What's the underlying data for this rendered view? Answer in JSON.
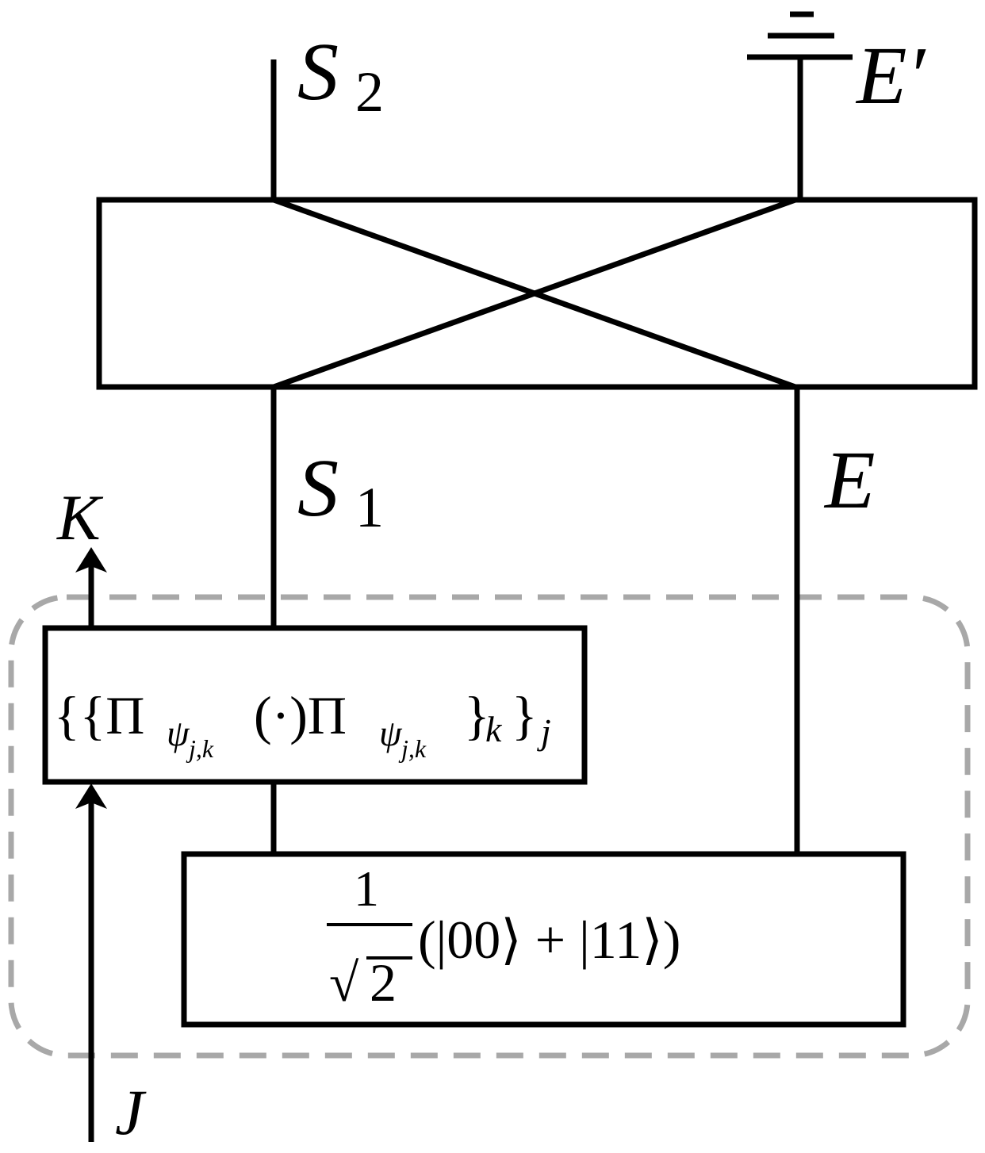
{
  "labels": {
    "s2": "S",
    "s2_sub": "2",
    "e_prime": "E′",
    "s1": "S",
    "s1_sub": "1",
    "e": "E",
    "k": "K",
    "j": "J"
  },
  "measurement_box": {
    "open": "{{Π",
    "sub1": "ψ",
    "sub1_idx": "j,k",
    "dot": "(·)Π",
    "sub2": "ψ",
    "sub2_idx": "j,k",
    "close": "}",
    "k_idx": "k",
    "close2": "}",
    "j_idx": "j"
  },
  "bell_state_box": {
    "numerator": "1",
    "sqrt": "√",
    "denominator": "2",
    "state": "(|00⟩ + |11⟩)"
  },
  "colors": {
    "lines": "#000000",
    "dashed_region": "#a8a8a8"
  }
}
